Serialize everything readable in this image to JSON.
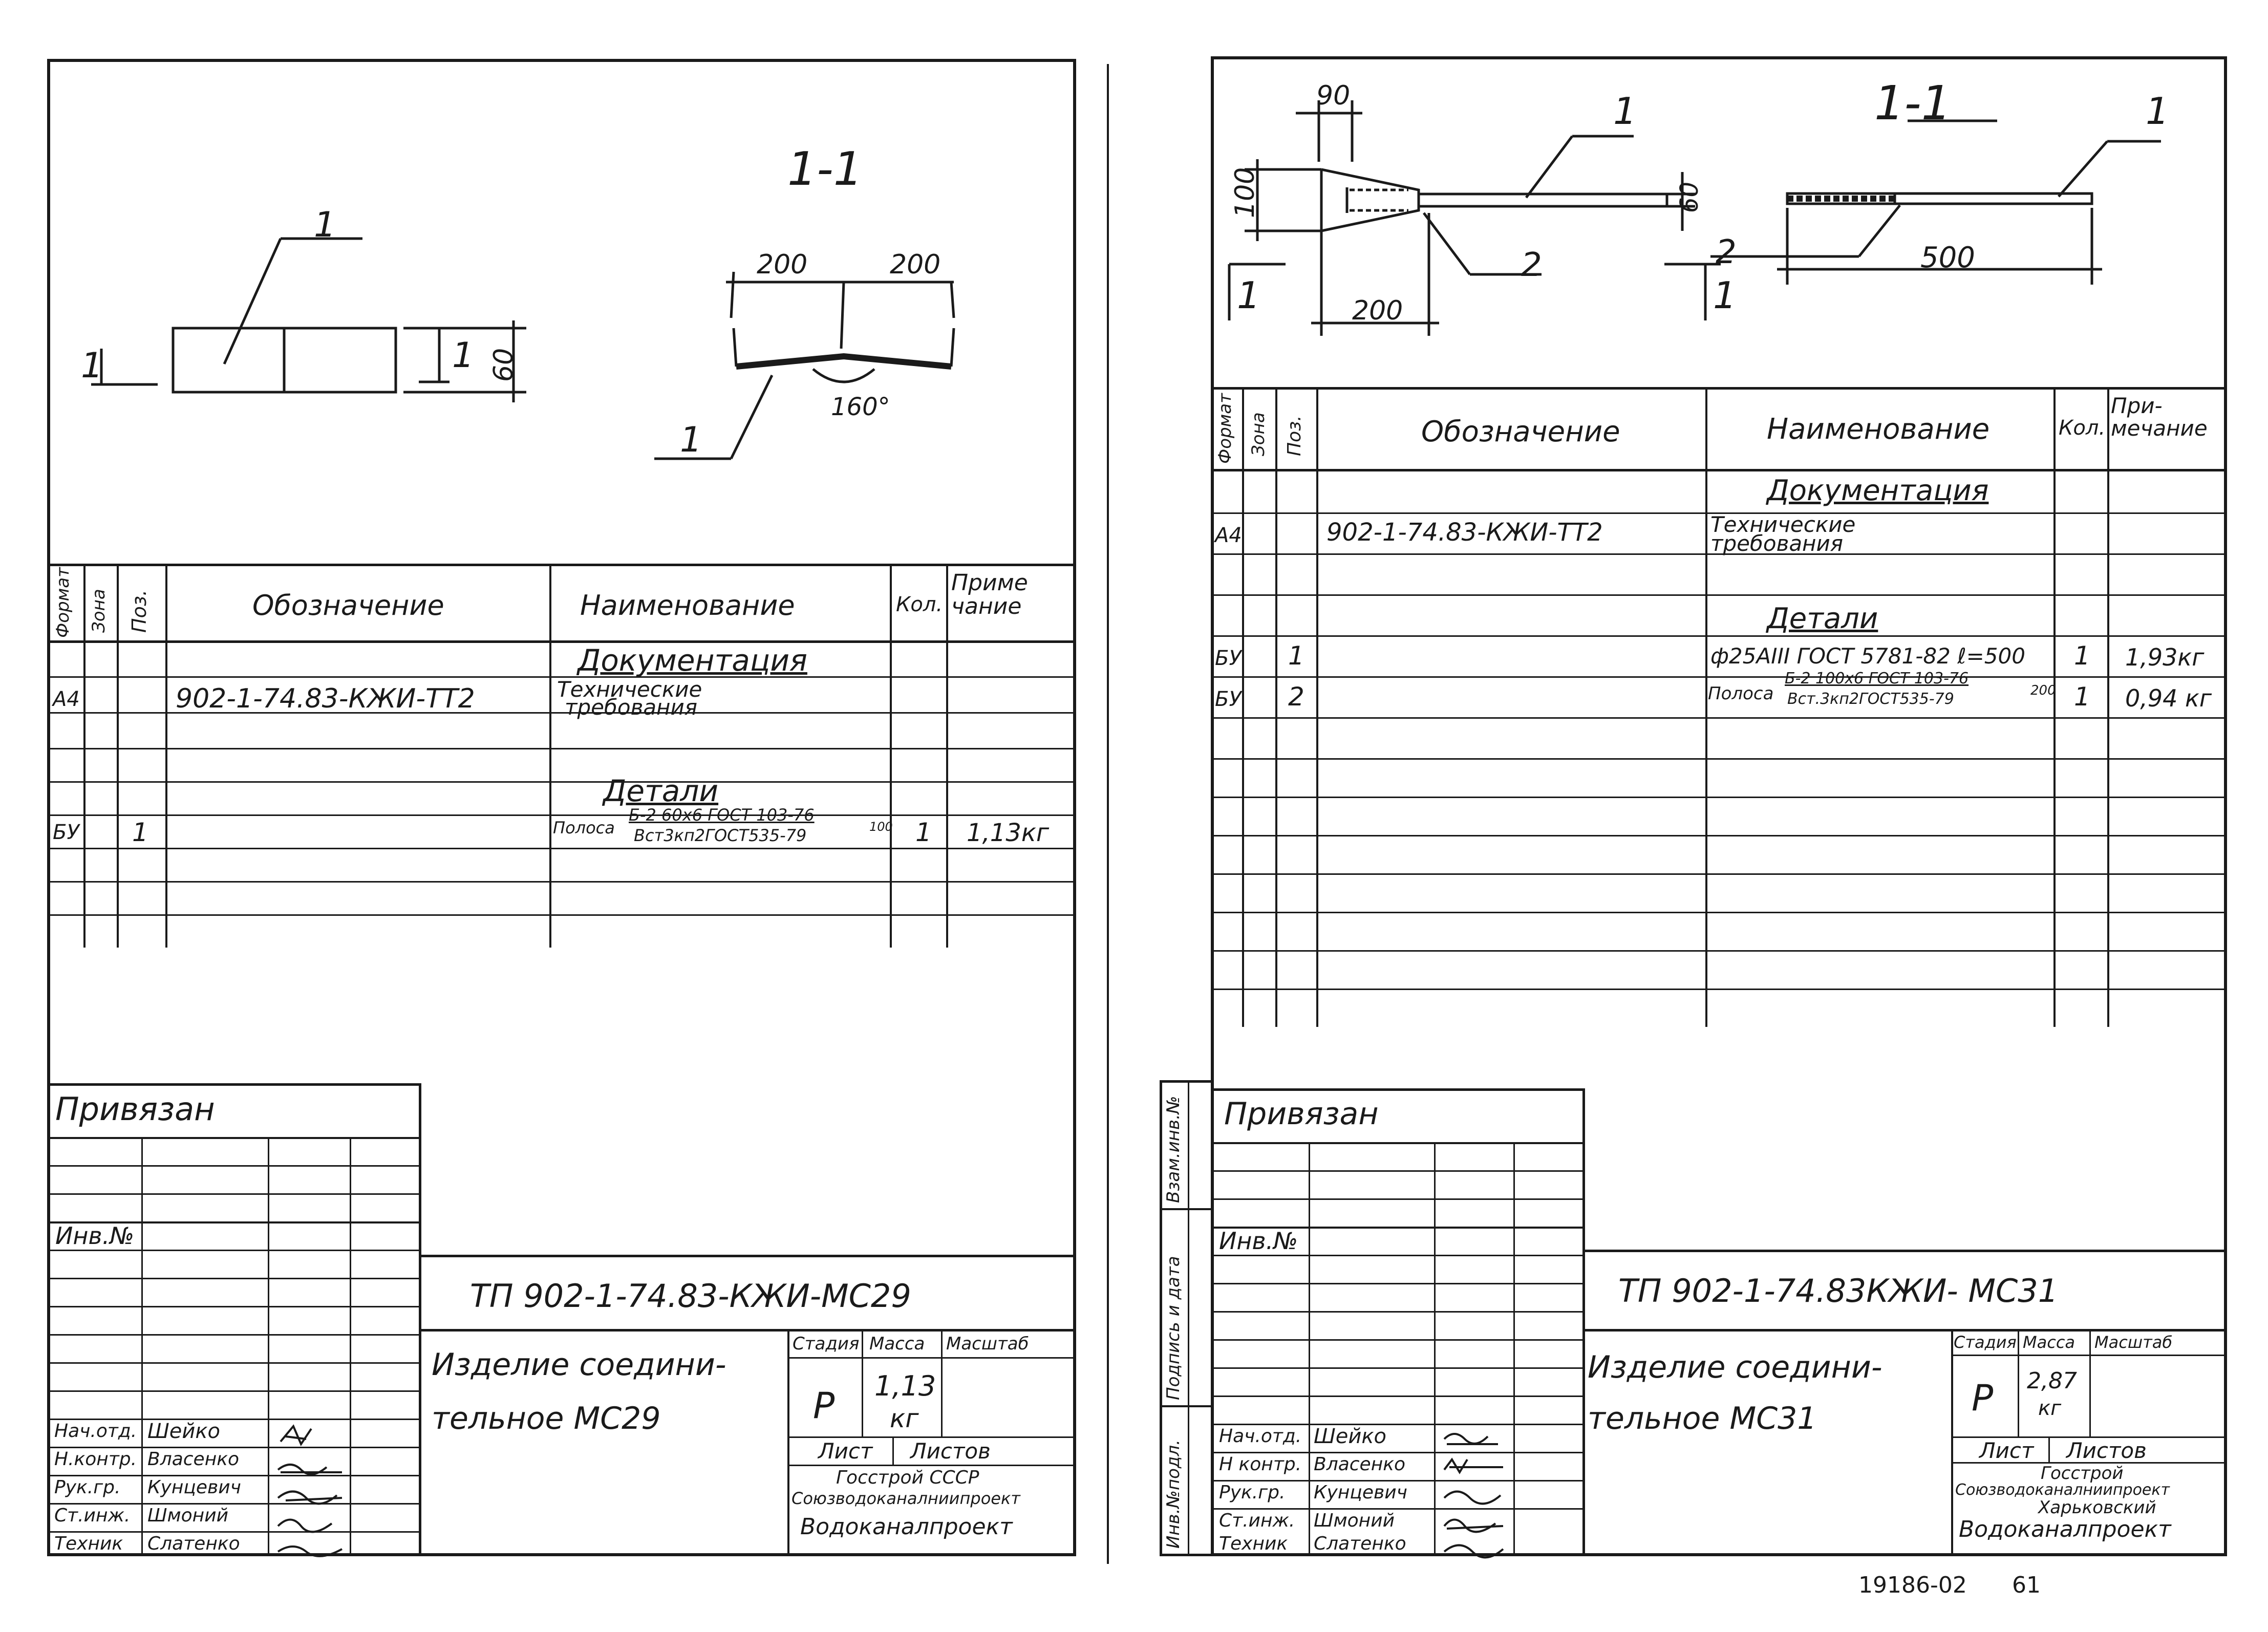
{
  "left": {
    "section_label": "1-1",
    "dims": {
      "plate_height": "60",
      "seg_left": "200",
      "seg_right": "200",
      "angle": "160°"
    },
    "pos_labels": {
      "top": "1",
      "bottom": "1"
    },
    "cut_marks": {
      "left": "1",
      "right": "1"
    },
    "spec_headers": {
      "format": "Формат",
      "zone": "Зона",
      "pos": "Поз.",
      "designation": "Обозначение",
      "name": "Наименование",
      "qty": "Кол.",
      "note": "Приме чание"
    },
    "spec_rows": {
      "doc_section": "Документация",
      "doc_format": "А4",
      "doc_designation": "902-1-74.83-КЖИ-ТТ2",
      "doc_name_1": "Технические",
      "doc_name_2": "требования",
      "details_section": "Детали",
      "d1_format": "БУ",
      "d1_pos": "1",
      "d1_name_prefix": "Полоса",
      "d1_name_top": "Б-2 60х6 ГОСТ 103-76",
      "d1_name_bottom": "Вст3кп2ГОСТ535-79",
      "d1_name_len": "100",
      "d1_qty": "1",
      "d1_note": "1,13кг"
    },
    "stamp": {
      "privyazan": "Привязан",
      "inv_no": "Инв.№",
      "doc_code": "ТП 902-1-74.83-КЖИ-МС29",
      "title_1": "Изделие соедини-",
      "title_2": "тельное МС29",
      "stage_hdr": "Стадия",
      "mass_hdr": "Масса",
      "scale_hdr": "Масштаб",
      "stage": "Р",
      "mass_1": "1,13",
      "mass_2": "кг",
      "sheet_hdr": "Лист",
      "sheets_hdr": "Листов",
      "org_1": "Госстрой СССР",
      "org_2": "Союзводоканалниипроект",
      "org_3": "Водоканалпроект",
      "roles": [
        "Нач.отд.",
        "Н.контр.",
        "Рук.гр.",
        "Ст.инж.",
        "Техник"
      ],
      "names": [
        "Шейко",
        "Власенко",
        "Кунцевич",
        "Шмоний",
        "Слатенко"
      ]
    }
  },
  "right": {
    "section_label": "1-1",
    "dims": {
      "d90": "90",
      "d100": "100",
      "d60": "60",
      "d200": "200",
      "d500": "500"
    },
    "pos_labels": {
      "p1a": "1",
      "p2a": "2",
      "p1b": "1",
      "p2b": "2"
    },
    "cut_marks": {
      "left": "1",
      "right": "1"
    },
    "spec_headers": {
      "format": "Формат",
      "zone": "Зона",
      "pos": "Поз.",
      "designation": "Обозначение",
      "name": "Наименование",
      "qty": "Кол.",
      "note": "При- мечание"
    },
    "spec_rows": {
      "doc_section": "Документация",
      "doc_format": "А4",
      "doc_designation": "902-1-74.83-КЖИ-ТТ2",
      "doc_name_1": "Технические",
      "doc_name_2": "требования",
      "details_section": "Детали",
      "d1_format": "БУ",
      "d1_pos": "1",
      "d1_name": "ф25АIII ГОСТ 5781-82 ℓ=500",
      "d1_qty": "1",
      "d1_note": "1,93кг",
      "d2_format": "БУ",
      "d2_pos": "2",
      "d2_name_prefix": "Полоса",
      "d2_name_top": "Б-2 100х6 ГОСТ 103-76",
      "d2_name_bottom": "Вст.3кп2ГОСТ535-79",
      "d2_name_len": "200",
      "d2_qty": "1",
      "d2_note": "0,94 кг"
    },
    "margin_labels": {
      "vzam": "Взам.инв.№",
      "podpis": "Подпись и дата",
      "inv_podl": "Инв.№подл."
    },
    "stamp": {
      "privyazan": "Привязан",
      "inv_no": "Инв.№",
      "doc_code": "ТП 902-1-74.83КЖИ- МС31",
      "title_1": "Изделие соедини-",
      "title_2": "тельное МС31",
      "stage_hdr": "Стадия",
      "mass_hdr": "Масса",
      "scale_hdr": "Масштаб",
      "stage": "Р",
      "mass_1": "2,87",
      "mass_2": "кг",
      "sheet_hdr": "Лист",
      "sheets_hdr": "Листов",
      "org_1": "Госстрой",
      "org_2": "Союзводоканалниипроект",
      "org_3": "Харьковский",
      "org_4": "Водоканалпроект",
      "roles": [
        "Нач.отд.",
        "Н контр.",
        "Рук.гр.",
        "Ст.инж.",
        "Техник"
      ],
      "names": [
        "Шейко",
        "Власенко",
        "Кунцевич",
        "Шмоний",
        "Слатенко"
      ]
    }
  },
  "footer": {
    "archive_no": "19186-02",
    "page_no": "61"
  }
}
